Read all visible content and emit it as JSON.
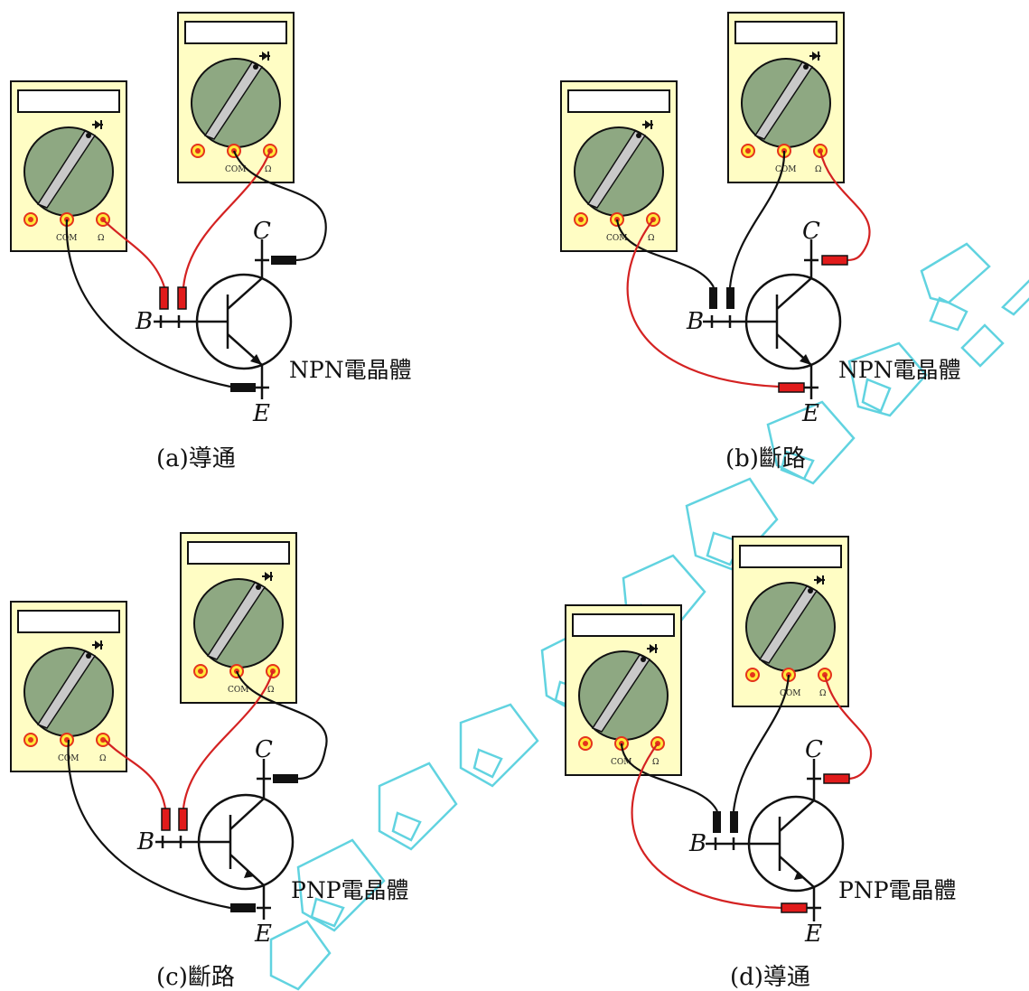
{
  "panels": [
    {
      "id": "a",
      "caption": "(a)導通",
      "transistor": "NPN電晶體",
      "result": "conduct",
      "base_probe": "red",
      "emitter_probe": "black",
      "collector_probe": "black",
      "labels": {
        "base": "B",
        "collector": "C",
        "emitter": "E"
      }
    },
    {
      "id": "b",
      "caption": "(b)斷路",
      "transistor": "NPN電晶體",
      "result": "open",
      "base_probe": "black",
      "emitter_probe": "red",
      "collector_probe": "red",
      "labels": {
        "base": "B",
        "collector": "C",
        "emitter": "E"
      }
    },
    {
      "id": "c",
      "caption": "(c)斷路",
      "transistor": "PNP電晶體",
      "result": "open",
      "base_probe": "red",
      "emitter_probe": "black",
      "collector_probe": "black",
      "labels": {
        "base": "B",
        "collector": "C",
        "emitter": "E"
      }
    },
    {
      "id": "d",
      "caption": "(d)導通",
      "transistor": "PNP電晶體",
      "result": "conduct",
      "base_probe": "black",
      "emitter_probe": "red",
      "collector_probe": "red",
      "labels": {
        "base": "B",
        "collector": "C",
        "emitter": "E"
      }
    }
  ],
  "meter": {
    "jack_labels": [
      "COM",
      "Ω"
    ],
    "mode_icon": "diode-symbol-icon"
  },
  "colors": {
    "meter_body": "#fffdc4",
    "dial": "#8ea882",
    "red_probe": "#e11b1b",
    "black_probe": "#111111",
    "jack": "#ffe93a",
    "watermark": "#2cc4d6"
  }
}
